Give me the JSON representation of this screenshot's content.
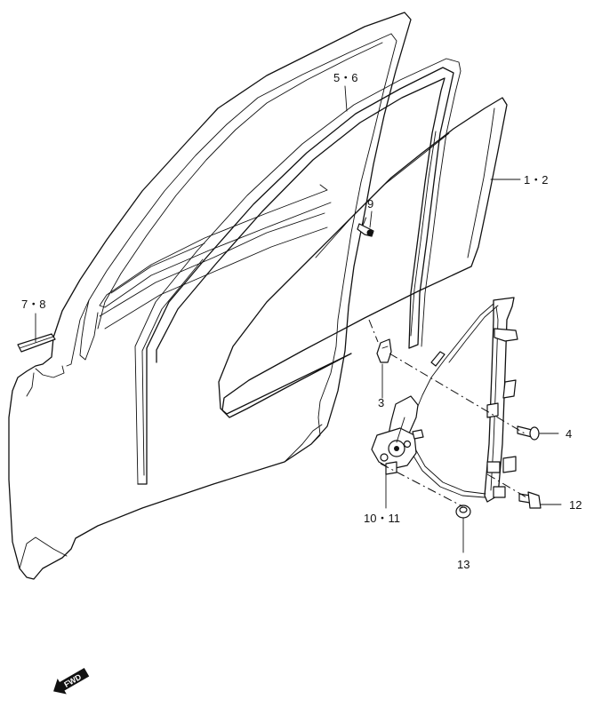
{
  "callouts": {
    "glass": "1・2",
    "bracket": "3",
    "screw": "4",
    "run_channel": "5・6",
    "weatherstrip": "7・8",
    "clip": "9",
    "regulator": "10・11",
    "bolt": "12",
    "nut": "13"
  },
  "fwd_arrow_text": "FWD"
}
